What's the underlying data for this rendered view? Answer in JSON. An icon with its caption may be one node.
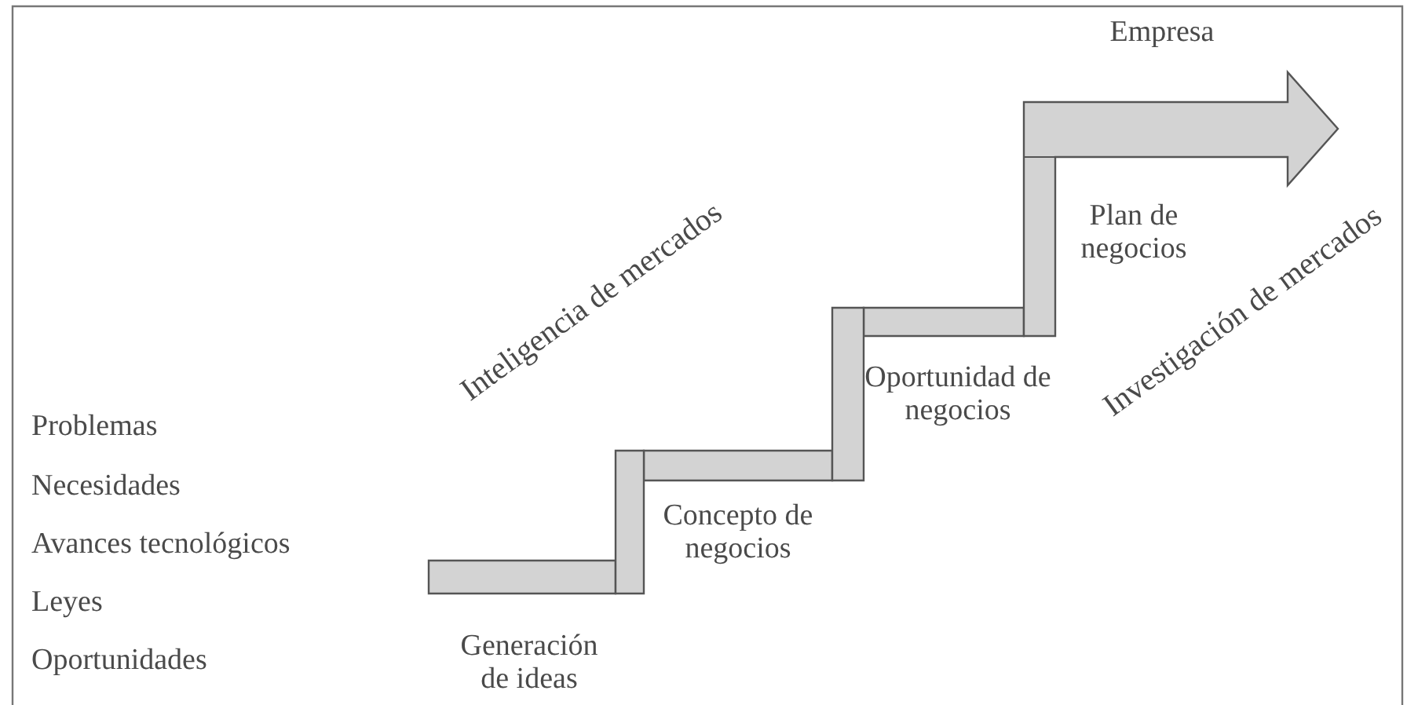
{
  "diagram": {
    "labels": [
      "Empresa",
      "Plan de negocios",
      "Inteligencia de mercados",
      "Investigación de mercados",
      "Oportunidad de negocios",
      "Problemas",
      "Concepto de negocios",
      "Necesidades",
      "Avances tecnológicos",
      "Leyes",
      "Generación de ideas",
      "Oportunidades"
    ]
  }
}
